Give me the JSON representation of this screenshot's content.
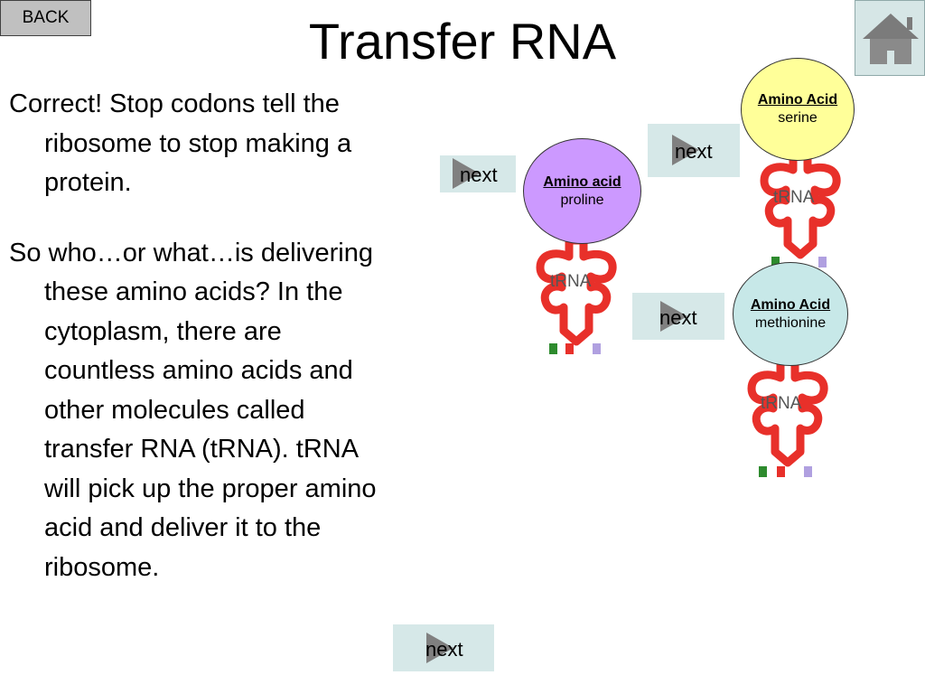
{
  "nav": {
    "back_label": "BACK"
  },
  "title": "Transfer RNA",
  "body": {
    "paragraph1": "Correct! Stop codons tell the ribosome to stop making a protein.",
    "paragraph2": "So who…or what…is delivering these amino acids? In the cytoplasm, there are countless amino acids and other molecules called transfer RNA (tRNA). tRNA will pick up the proper amino acid and deliver it to the ribosome."
  },
  "buttons": {
    "next_label": "next"
  },
  "trna_label": "tRNA",
  "molecules": [
    {
      "heading": "Amino acid",
      "name": "proline",
      "color": "#cc99ff"
    },
    {
      "heading": "Amino Acid",
      "name": "serine",
      "color": "#ffff99"
    },
    {
      "heading": "Amino Acid",
      "name": "methionine",
      "color": "#c7e8e8"
    }
  ],
  "colors": {
    "trna_red": "#e8302a",
    "button_bg": "#d6e8e8",
    "back_bg": "#c0c0c0"
  }
}
